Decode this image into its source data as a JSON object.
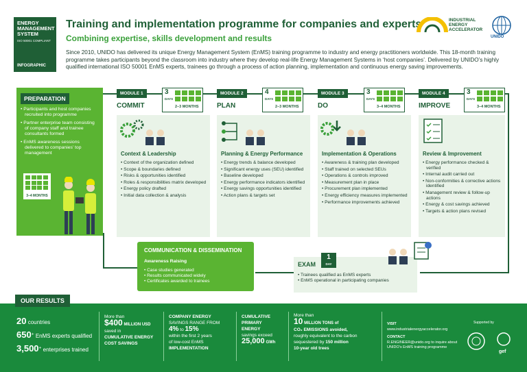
{
  "brand": {
    "title_lines": [
      "ENERGY",
      "MANAGEMENT",
      "SYSTEM"
    ],
    "iso": "ISO 50001 COMPLIANT",
    "type": "INFOGRAPHIC"
  },
  "header": {
    "title": "Training and implementation programme for companies and experts",
    "subtitle": "Combining expertise, skills development and results",
    "intro": "Since 2010, UNIDO has delivered its unique Energy Management System (EnMS) training programme to industry and energy practitioners worldwide. This 18-month training programme takes participants beyond the classroom into industry where they develop real-life Energy Management Systems in ‘host companies’. Delivered by UNIDO’s highly qualified international ISO 50001 EnMS experts, trainees go through a process of action planning, implementation and continuous energy saving improvements.",
    "iea_lines": [
      "INDUSTRIAL",
      "ENERGY",
      "ACCELERATOR"
    ],
    "unido": "UNIDO"
  },
  "preparation": {
    "title": "PREPARATION",
    "items": [
      "• Participants and host companies recruited into programme",
      "• Partner enterprise team consisting of company staff and trainee consultants formed",
      "• EnMS awareness sessions delivered to companies’ top management"
    ],
    "months": "3–4 MONTHS"
  },
  "modules": [
    {
      "tag": "MODULE 1",
      "name": "COMMIT",
      "days": "3",
      "days_label": "DAYS",
      "months": "2–3 MONTHS",
      "heading": "Context & Leadership",
      "items": [
        "Context of the organization defined",
        "Scope & boundaries defined",
        "Risks & opportunities identified",
        "Roles & responsibilities matrix developed",
        "Energy policy drafted",
        "Initial data collection & analysis"
      ]
    },
    {
      "tag": "MODULE 2",
      "name": "PLAN",
      "days": "4",
      "days_label": "DAYS",
      "months": "2–3 MONTHS",
      "heading": "Planning & Energy Performance",
      "items": [
        "Energy trends & balance developed",
        "Significant energy uses (SEU) identified",
        "Baseline developed",
        "Energy performance indicators identified",
        "Energy savings opportunities identified",
        "Action plans & targets set"
      ]
    },
    {
      "tag": "MODULE 3",
      "name": "DO",
      "days": "3",
      "days_label": "DAYS",
      "months": "3–4 MONTHS",
      "heading": "Implementation & Operations",
      "items": [
        "Awareness & training plan developed",
        "Staff trained on selected SEUs",
        "Operations & controls improved",
        "Measurement plan in place",
        "Procurement plan implemented",
        "Energy efficiency measures implemented",
        "Performance improvements achieved"
      ]
    },
    {
      "tag": "MODULE 4",
      "name": "IMPROVE",
      "days": "3",
      "days_label": "DAYS",
      "months": "3–4 MONTHS",
      "heading": "Review & Improvement",
      "items": [
        "Energy performance checked & verified",
        "Internal audit carried out",
        "Non-conformities & corrective actions identified",
        "Management review & follow-up actions",
        "Energy & cost savings achieved",
        "Targets & action plans revised"
      ]
    }
  ],
  "communication": {
    "title": "COMMUNICATION & DISSEMINATION",
    "subtitle": "Awareness Raising",
    "items": [
      "• Case studies generated",
      "• Results communicated widely",
      "• Certificates awarded to trainees"
    ]
  },
  "exam": {
    "title": "EXAM",
    "days": "1",
    "days_label": "DAY",
    "items": [
      "• Trainees qualified as EnMS experts",
      "• EnMS operational in participating companies"
    ]
  },
  "results": {
    "tag": "OUR RESULTS",
    "countries_num": "20",
    "countries_label": "countries",
    "experts_num": "650",
    "experts_sup": "+",
    "experts_label": "EnMS experts qualified",
    "enterprises_num": "3,500",
    "enterprises_sup": "+",
    "enterprises_label": "enterprises trained",
    "cost_pre": "More than",
    "cost_num": "$400",
    "cost_unit": "MILLION USD",
    "cost_mid": "saved in",
    "cost_l1": "CUMULATIVE ENERGY",
    "cost_l2": "COST SAVINGS",
    "save_l1": "COMPANY ENERGY",
    "save_l2": "SAVINGS RANGE FROM",
    "save_a": "4%",
    "save_to": "to",
    "save_b": "15%",
    "save_l3": "within the first 2 years",
    "save_l4": "of low-cost EnMS",
    "save_l5": "IMPLEMENTATION",
    "prim_l1": "CUMULATIVE",
    "prim_l2": "PRIMARY",
    "prim_l3": "ENERGY",
    "prim_l4": "savings exceed",
    "prim_num": "25,000",
    "prim_unit": "GWh",
    "co2_pre": "More than",
    "co2_num": "10",
    "co2_unit": "MILLION TONS of",
    "co2_l1": "CO₂ EMISSIONS avoided,",
    "co2_l2": "roughly equivalent to the carbon",
    "co2_l3": "sequestered by",
    "co2_num2": "150 million",
    "co2_l4": "10-year old trees",
    "visit_label": "VISIT",
    "visit_url": "www.industrialenergyaccelerator.org",
    "contact_label": "CONTACT",
    "contact_l1": "R.ENGINEER@unido.org to inquire about",
    "contact_l2": "UNIDO’s EnMS training programme",
    "supported": "Supported by",
    "gef": "gef"
  },
  "colors": {
    "dark_green": "#1f5f36",
    "light_green": "#5ab432",
    "bar_green": "#1a8a3c"
  }
}
